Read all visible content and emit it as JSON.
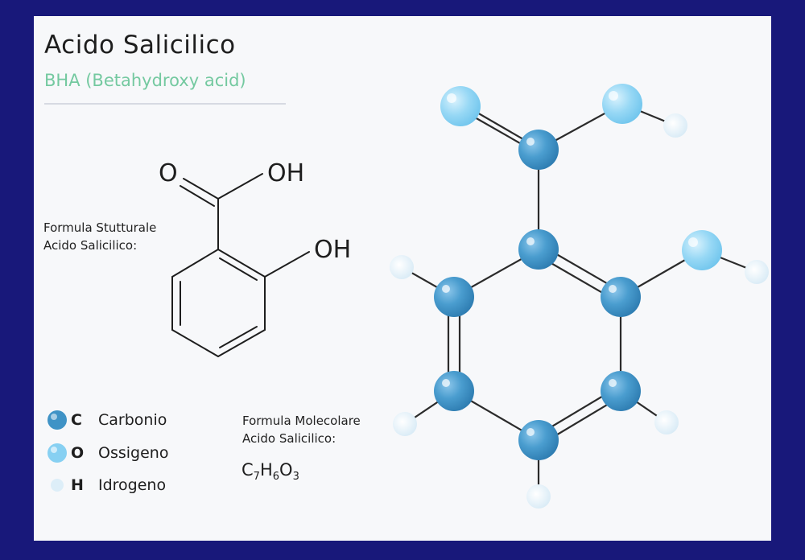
{
  "title": "Acido Salicilico",
  "subtitle": "BHA (Betahydroxy acid)",
  "structural_formula": {
    "label_line1": "Formula Stutturale",
    "label_line2": "Acido Salicilico:",
    "atom_o": "O",
    "atom_oh_1": "OH",
    "atom_oh_2": "OH"
  },
  "legend": [
    {
      "symbol": "C",
      "name": "Carbonio",
      "color": "#3f93c6"
    },
    {
      "symbol": "O",
      "name": "Ossigeno",
      "color": "#87d0f2"
    },
    {
      "symbol": "H",
      "name": "Idrogeno",
      "color": "#ddeef8"
    }
  ],
  "molecular_formula": {
    "label_line1": "Formula Molecolare",
    "label_line2": "Acido Salicilico:",
    "C": "C",
    "c_count": "7",
    "H": "H",
    "h_count": "6",
    "O": "O",
    "o_count": "3"
  },
  "colors": {
    "background": "#18187a",
    "card": "#f7f8fa",
    "carbon": "#3f93c6",
    "oxygen": "#87d0f2",
    "hydrogen": "#ddeef8",
    "subtitle": "#74c9a0"
  }
}
